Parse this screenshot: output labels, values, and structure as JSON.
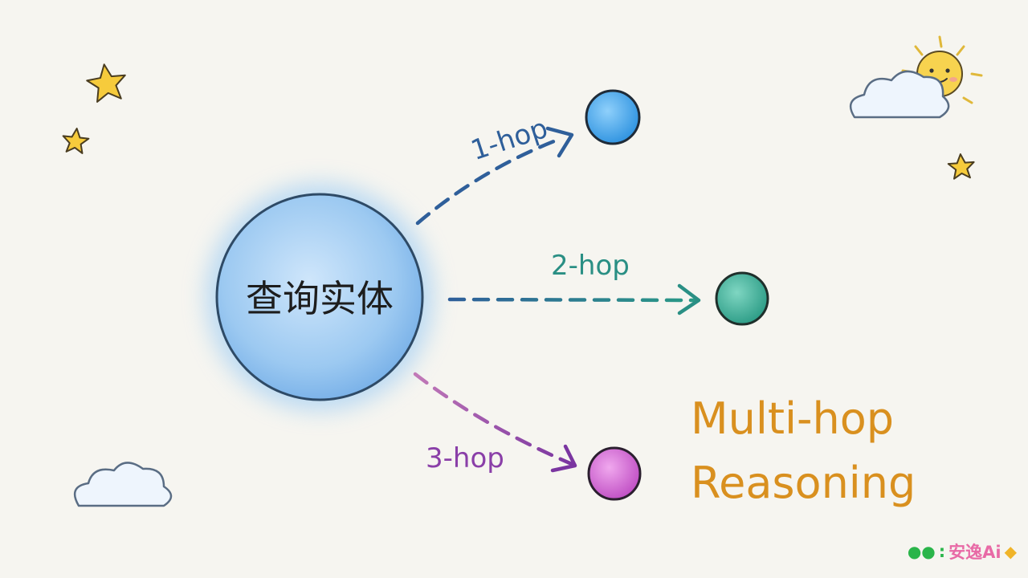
{
  "center_node": {
    "label": "查询实体"
  },
  "hops": [
    {
      "label": "1-hop",
      "color": "#2f5f9a",
      "node_color": "#49a3ea"
    },
    {
      "label": "2-hop",
      "color": "#2a8f84",
      "node_color": "#3fb39c"
    },
    {
      "label": "3-hop",
      "color": "#8a3fa8",
      "node_color": "#d06bd2"
    }
  ],
  "title": {
    "line1": "Multi-hop",
    "line2": "Reasoning",
    "color": "#d9901f"
  },
  "watermark": {
    "text": "安逸Ai",
    "separator": ":"
  },
  "decorations": [
    "star-icon",
    "sun-icon",
    "cloud-icon"
  ]
}
